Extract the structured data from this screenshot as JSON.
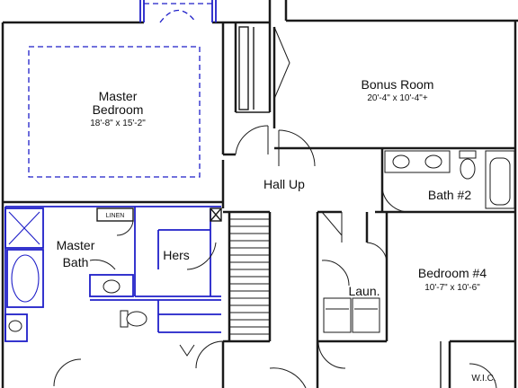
{
  "rooms": {
    "master_bedroom": {
      "name_line1": "Master",
      "name_line2": "Bedroom",
      "dims": "18'-8\" x 15'-2\""
    },
    "bonus_room": {
      "name": "Bonus Room",
      "dims": "20'-4\" x 10'-4\"+"
    },
    "hall": {
      "name": "Hall Up"
    },
    "bath2": {
      "name": "Bath #2"
    },
    "master_bath": {
      "name_line1": "Master",
      "name_line2": "Bath"
    },
    "hers": {
      "name": "Hers"
    },
    "linen": {
      "name": "LINEN"
    },
    "bedroom4": {
      "name": "Bedroom #4",
      "dims": "10'-7\" x 10'-6\""
    },
    "laundry": {
      "name": "Laun."
    },
    "wic": {
      "name": "W.I.C."
    }
  }
}
